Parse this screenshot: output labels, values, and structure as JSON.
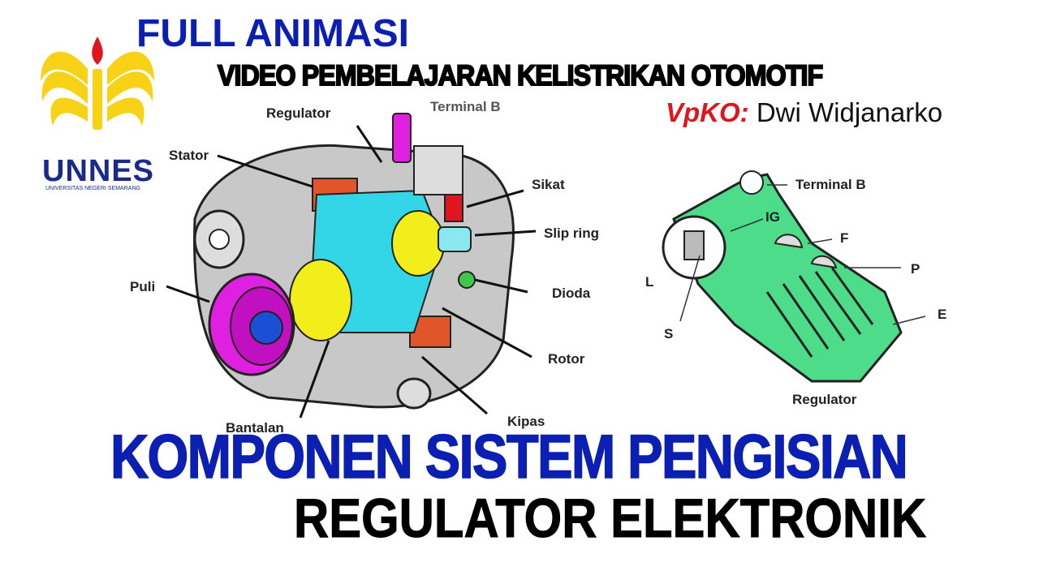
{
  "header": {
    "top_title": "FULL ANIMASI",
    "series_title": "VIDEO PEMBELAJARAN KELISTRIKAN OTOMOTIF",
    "channel_prefix": "VpKO",
    "channel_sep": ":",
    "author": " Dwi Widjanarko"
  },
  "logo": {
    "name": "UNNES",
    "subtitle": "UNIVERSITAS NEGERI SEMARANG"
  },
  "alternator_labels": {
    "regulator": "Regulator",
    "terminal_b": "Terminal B",
    "stator": "Stator",
    "sikat": "Sikat",
    "slip_ring": "Slip ring",
    "puli": "Puli",
    "dioda": "Dioda",
    "rotor": "Rotor",
    "kipas": "Kipas",
    "bantalan": "Bantalan"
  },
  "regulator_labels": {
    "terminal_b": "Terminal B",
    "ig": "IG",
    "f": "F",
    "p": "P",
    "l": "L",
    "s": "S",
    "e": "E",
    "regulator": "Regulator"
  },
  "footer": {
    "main_title": "KOMPONEN SISTEM PENGISIAN",
    "sub_title": "REGULATOR ELEKTRONIK"
  },
  "colors": {
    "title_blue": "#0b1fb3",
    "logo_yellow": "#f7d217",
    "logo_blue": "#1a2a8a",
    "accent_red": "#e0161e",
    "reg_green": "#4ddc8a",
    "part_cyan": "#33d6e6",
    "part_yellow": "#f2ee1c",
    "part_magenta": "#e020e0",
    "part_orange": "#e0552a"
  }
}
